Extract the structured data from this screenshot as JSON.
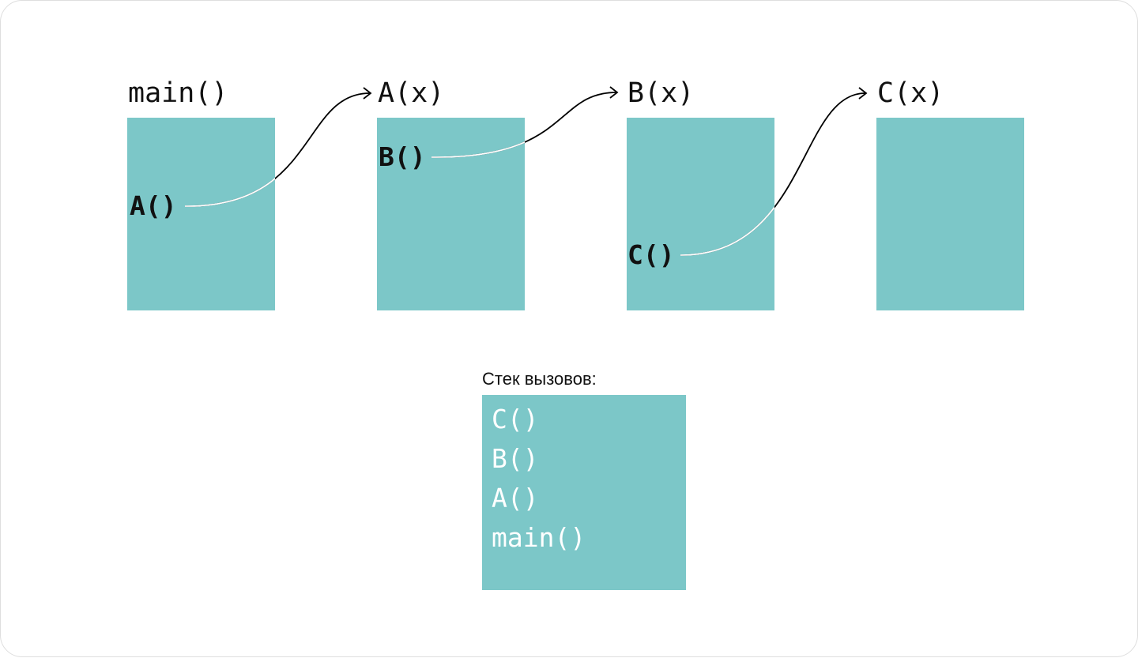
{
  "frames": [
    {
      "title": "main()",
      "call": "A()"
    },
    {
      "title": "A(x)",
      "call": "B()"
    },
    {
      "title": "B(x)",
      "call": "C()"
    },
    {
      "title": "C(x)"
    }
  ],
  "stack": {
    "label": "Стек вызовов:",
    "items": [
      "C()",
      "B()",
      "A()",
      "main()"
    ]
  },
  "colors": {
    "box": "#7cc7c8",
    "text": "#111111",
    "stack_text": "#ffffff",
    "arrow_inside": "#ffffff",
    "arrow_outside": "#000000"
  }
}
